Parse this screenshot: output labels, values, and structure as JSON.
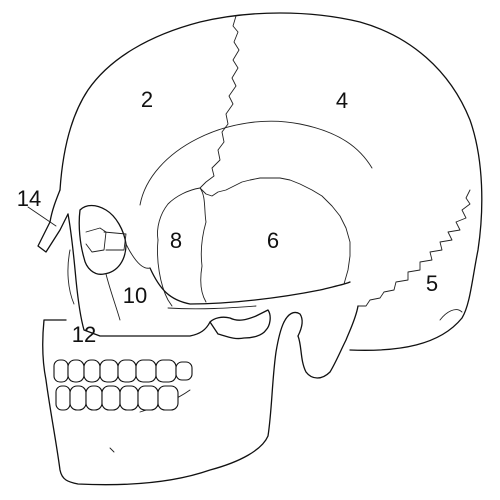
{
  "labels": {
    "l2": "2",
    "l4": "4",
    "l5": "5",
    "l6": "6",
    "l8": "8",
    "l10": "10",
    "l12": "12",
    "l14": "14"
  }
}
